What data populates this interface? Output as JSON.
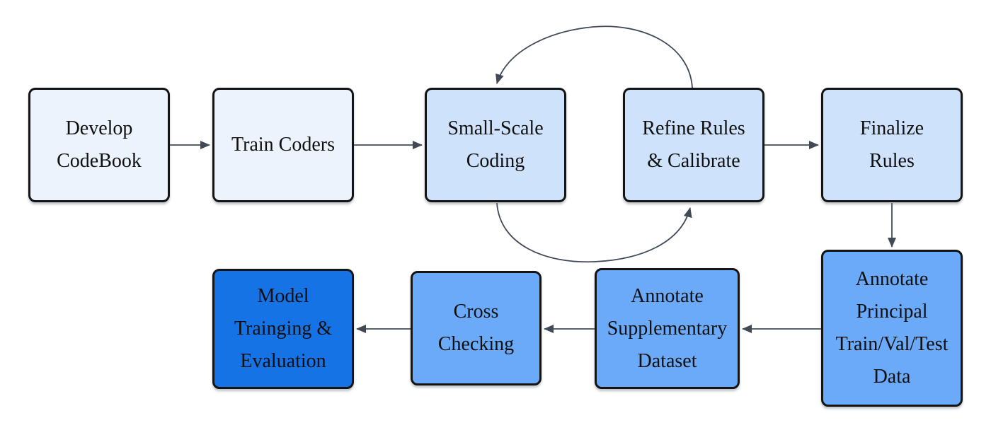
{
  "diagram": {
    "type": "flowchart",
    "nodes": {
      "develop_codebook": {
        "label": "Develop\nCodeBook",
        "shade": "lightest"
      },
      "train_coders": {
        "label": "Train Coders",
        "shade": "lightest"
      },
      "small_scale_coding": {
        "label": "Small-Scale\nCoding",
        "shade": "light"
      },
      "refine_rules": {
        "label": "Refine Rules\n& Calibrate",
        "shade": "light"
      },
      "finalize_rules": {
        "label": "Finalize\nRules",
        "shade": "light"
      },
      "annotate_principal": {
        "label": "Annotate\nPrincipal\nTrain/Val/Test\nData",
        "shade": "medium"
      },
      "annotate_supplementary": {
        "label": "Annotate\nSupplementary\nDataset",
        "shade": "medium"
      },
      "cross_checking": {
        "label": "Cross\nChecking",
        "shade": "medium"
      },
      "model_training": {
        "label": "Model\nTrainging &\nEvaluation",
        "shade": "dark"
      }
    },
    "edges": [
      {
        "from": "Develop CodeBook",
        "to": "Train Coders",
        "type": "straight"
      },
      {
        "from": "Train Coders",
        "to": "Small-Scale Coding",
        "type": "straight"
      },
      {
        "from": "Refine Rules & Calibrate",
        "to": "Finalize Rules",
        "type": "straight"
      },
      {
        "from": "Finalize Rules",
        "to": "Annotate Principal Train/Val/Test Data",
        "type": "straight"
      },
      {
        "from": "Annotate Principal Train/Val/Test Data",
        "to": "Annotate Supplementary Dataset",
        "type": "straight"
      },
      {
        "from": "Annotate Supplementary Dataset",
        "to": "Cross Checking",
        "type": "straight"
      },
      {
        "from": "Cross Checking",
        "to": "Model Trainging & Evaluation",
        "type": "straight"
      },
      {
        "from": "Refine Rules & Calibrate",
        "to": "Small-Scale Coding",
        "type": "loop-top-curve"
      },
      {
        "from": "Small-Scale Coding",
        "to": "Refine Rules & Calibrate",
        "type": "loop-bottom-curve"
      }
    ],
    "colors": {
      "fill_lightest": "#ecf3fc",
      "fill_light": "#cfe2fb",
      "fill_medium": "#6aaaf8",
      "fill_dark": "#1673e6",
      "border": "#141414",
      "arrow": "#404a57",
      "text": "#101010",
      "bg": "#ffffff"
    }
  }
}
